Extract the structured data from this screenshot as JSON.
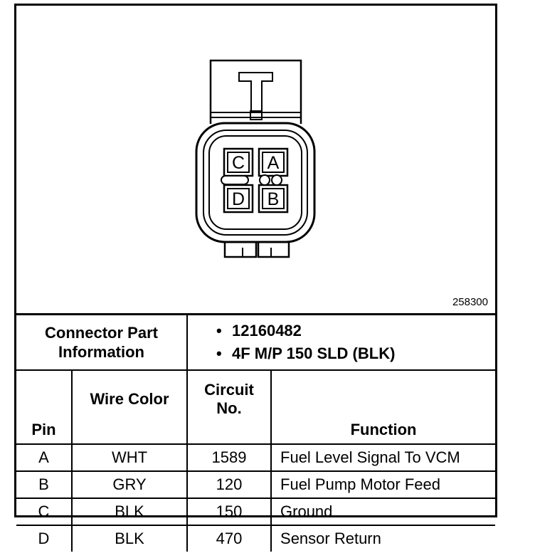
{
  "figure": {
    "id": "258300",
    "pin_labels": [
      "C",
      "A",
      "D",
      "B"
    ]
  },
  "connector": {
    "label_line1": "Connector Part",
    "label_line2": "Information",
    "items": [
      "12160482",
      "4F M/P 150 SLD (BLK)"
    ]
  },
  "table": {
    "headers": {
      "pin": "Pin",
      "wire_color": "Wire Color",
      "circuit_line1": "Circuit",
      "circuit_line2": "No.",
      "function": "Function"
    },
    "rows": [
      {
        "pin": "A",
        "wire": "WHT",
        "circuit": "1589",
        "function": "Fuel Level Signal To VCM"
      },
      {
        "pin": "B",
        "wire": "GRY",
        "circuit": "120",
        "function": "Fuel Pump Motor Feed"
      },
      {
        "pin": "C",
        "wire": "BLK",
        "circuit": "150",
        "function": "Ground"
      },
      {
        "pin": "D",
        "wire": "BLK",
        "circuit": "470",
        "function": "Sensor Return"
      }
    ]
  }
}
